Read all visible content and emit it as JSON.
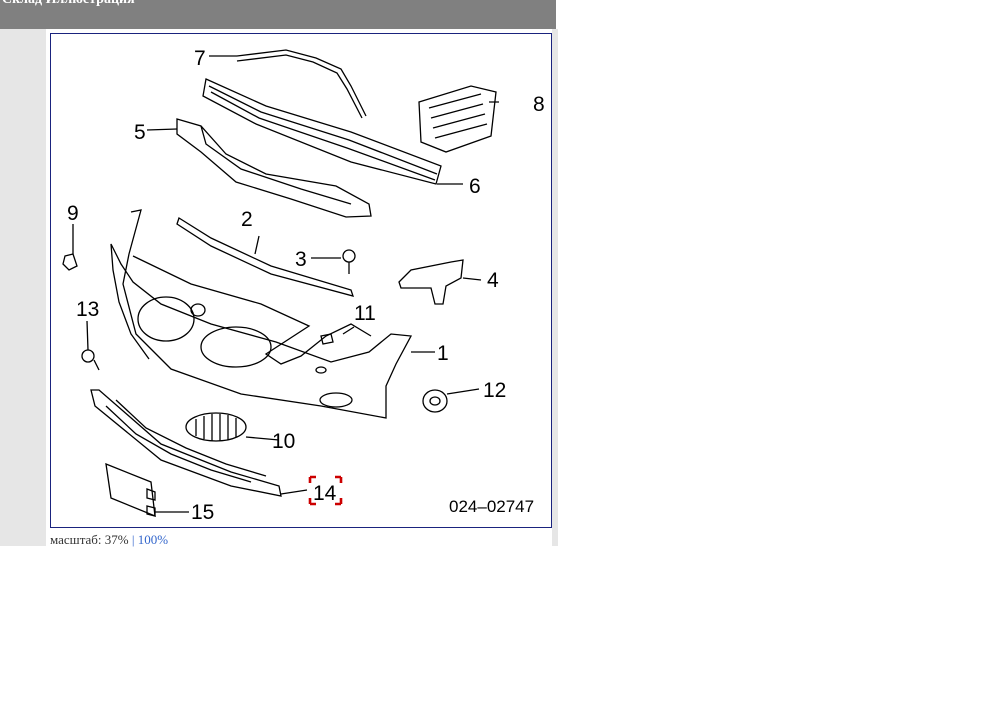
{
  "header": {
    "title": "Склад  Иллюстрация"
  },
  "diagram": {
    "code": "024–02747",
    "callouts": [
      "1",
      "2",
      "3",
      "4",
      "5",
      "6",
      "7",
      "8",
      "9",
      "10",
      "11",
      "12",
      "13",
      "14",
      "15"
    ],
    "highlight_color": "#cc0000"
  },
  "footer": {
    "scale_label": "масштаб:",
    "scale_value": "37%",
    "separator": "|",
    "full_link": "100%"
  }
}
